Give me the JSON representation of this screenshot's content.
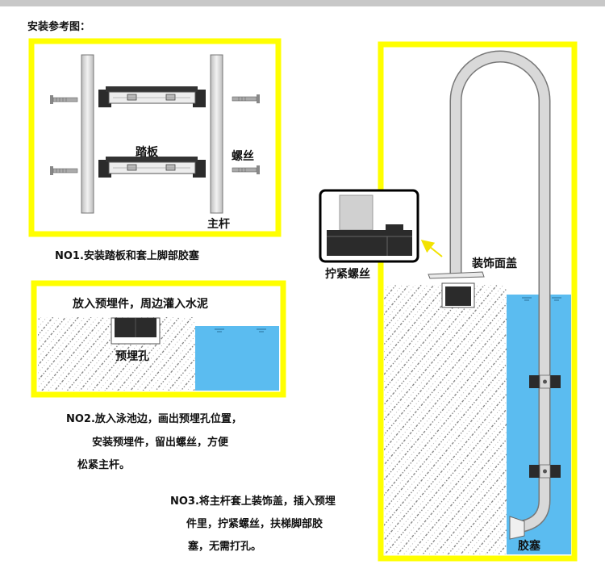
{
  "page": {
    "title": "安装参考图："
  },
  "fig1": {
    "tread_label": "踏板",
    "screw_label": "螺丝",
    "rail_label": "主杆"
  },
  "step1": {
    "text": "NO1.安装踏板和套上脚部胶塞"
  },
  "fig2": {
    "caption": "放入预埋件，周边灌入水泥",
    "hole_label": "预埋孔"
  },
  "step2": {
    "lines": [
      "NO2.放入泳池边，画出预埋孔位置，",
      "安装预埋件，留出螺丝，方便",
      "松紧主杆。"
    ]
  },
  "step3": {
    "lines": [
      "NO3.将主杆套上装饰盖，插入预埋",
      "件里，拧紧螺丝，扶梯脚部胶",
      "塞，无需打孔。"
    ]
  },
  "fig3": {
    "cover_label": "装饰面盖",
    "tighten_label": "拧紧螺丝",
    "plug_label": "胶塞"
  },
  "colors": {
    "frame": "#ffff00",
    "water": "#5bbcf0",
    "rail": "#d9d9d9",
    "part": "#2b2b2b"
  }
}
